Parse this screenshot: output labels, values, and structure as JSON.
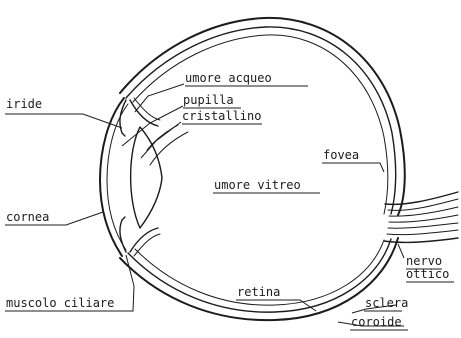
{
  "labels": {
    "iride": "iride",
    "umore_acqueo": "umore acqueo",
    "pupilla": "pupilla",
    "cristallino": "cristallino",
    "fovea": "fovea",
    "umore_vitreo": "umore vitreo",
    "cornea": "cornea",
    "nervo": "nervo",
    "ottico": "ottico",
    "muscolo_ciliare": "muscolo ciliare",
    "retina": "retina",
    "sclera": "sclera",
    "coroide": "coroide"
  }
}
